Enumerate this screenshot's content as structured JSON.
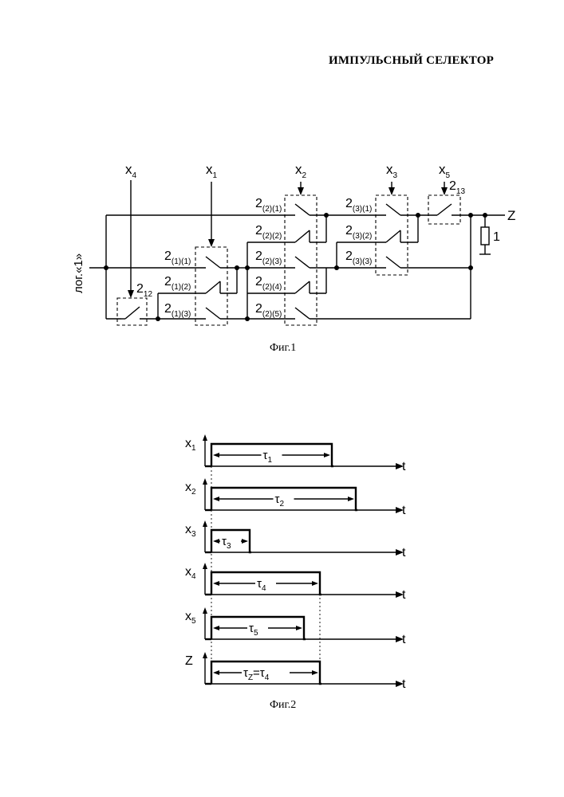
{
  "document": {
    "title": "ИМПУЛЬСНЫЙ СЕЛЕКТОР"
  },
  "fig1": {
    "caption": "Фиг.1",
    "input_label": "лог.«1»",
    "output_label": "Z",
    "resistor_label": "1",
    "inputs": [
      "x",
      "x",
      "x",
      "x",
      "x"
    ],
    "input_subs": [
      "4",
      "1",
      "2",
      "3",
      "5"
    ],
    "keys": [
      {
        "main": "2",
        "sub": "12"
      },
      {
        "main": "2",
        "sub": "(1)(1)"
      },
      {
        "main": "2",
        "sub": "(1)(2)"
      },
      {
        "main": "2",
        "sub": "(1)(3)"
      },
      {
        "main": "2",
        "sub": "(2)(1)"
      },
      {
        "main": "2",
        "sub": "(2)(2)"
      },
      {
        "main": "2",
        "sub": "(2)(3)"
      },
      {
        "main": "2",
        "sub": "(2)(4)"
      },
      {
        "main": "2",
        "sub": "(2)(5)"
      },
      {
        "main": "2",
        "sub": "(3)(1)"
      },
      {
        "main": "2",
        "sub": "(3)(2)"
      },
      {
        "main": "2",
        "sub": "(3)(3)"
      },
      {
        "main": "2",
        "sub": "13"
      }
    ]
  },
  "fig2": {
    "caption": "Фиг.2",
    "time_label": "t",
    "rows": [
      {
        "signal": "x",
        "signal_sub": "1",
        "tau": "τ",
        "tau_sub": "1",
        "tau_tail": ""
      },
      {
        "signal": "x",
        "signal_sub": "2",
        "tau": "τ",
        "tau_sub": "2",
        "tau_tail": ""
      },
      {
        "signal": "x",
        "signal_sub": "3",
        "tau": "τ",
        "tau_sub": "3",
        "tau_tail": ""
      },
      {
        "signal": "x",
        "signal_sub": "4",
        "tau": "τ",
        "tau_sub": "4",
        "tau_tail": ""
      },
      {
        "signal": "x",
        "signal_sub": "5",
        "tau": "τ",
        "tau_sub": "5",
        "tau_tail": ""
      },
      {
        "signal": "Z",
        "signal_sub": "",
        "tau": "τ",
        "tau_sub": "Z",
        "tau_tail": "=τ",
        "tau_tail_sub": "4"
      }
    ]
  }
}
